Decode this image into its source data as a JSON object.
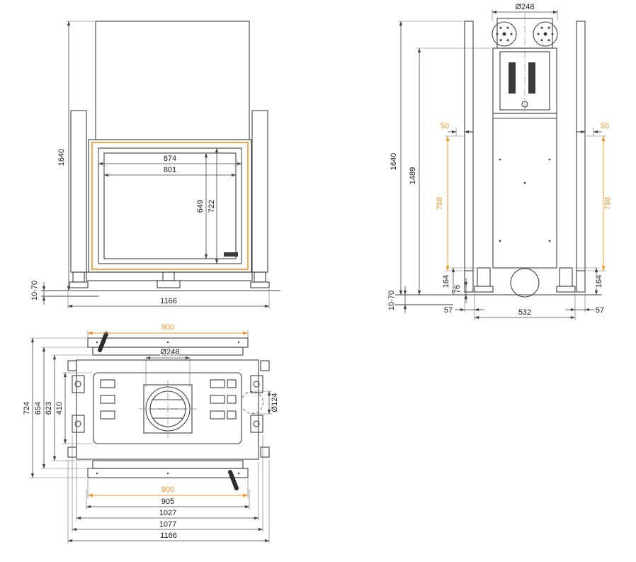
{
  "meta": {
    "drawing_type": "technical-drawing-three-views",
    "accent_color": "#e8962e",
    "line_color": "#3f3f3f"
  },
  "front_view": {
    "dims": {
      "overall_height": "1640",
      "glass_width_outer": "874",
      "glass_width_inner": "801",
      "glass_height_inner": "649",
      "glass_height_outer": "722",
      "base_width": "1166",
      "foot_adjustment": "10-70"
    }
  },
  "side_view": {
    "dims": {
      "flue_diameter": "Ø248",
      "overall_height": "1640",
      "inner_height": "1489",
      "glass_offset_left": "50",
      "glass_offset_right": "50",
      "rail_height_left": "758",
      "rail_height_right": "758",
      "base_height_left": "164",
      "base_height_right": "164",
      "foot_height": "76",
      "foot_inset_left": "57",
      "foot_inset_right": "57",
      "base_depth": "532",
      "foot_adjustment": "10-70"
    }
  },
  "top_view": {
    "dims": {
      "glass_width_front": "900",
      "flue_diameter": "Ø248",
      "overall_depth": "724",
      "frame_depth": "654",
      "body_depth": "623",
      "inner_depth": "410",
      "side_outlet_diameter": "Ø124",
      "glass_width_rear": "900",
      "glass_frame_width": "905",
      "body_width": "1027",
      "frame_width": "1077",
      "overall_width": "1166"
    }
  }
}
